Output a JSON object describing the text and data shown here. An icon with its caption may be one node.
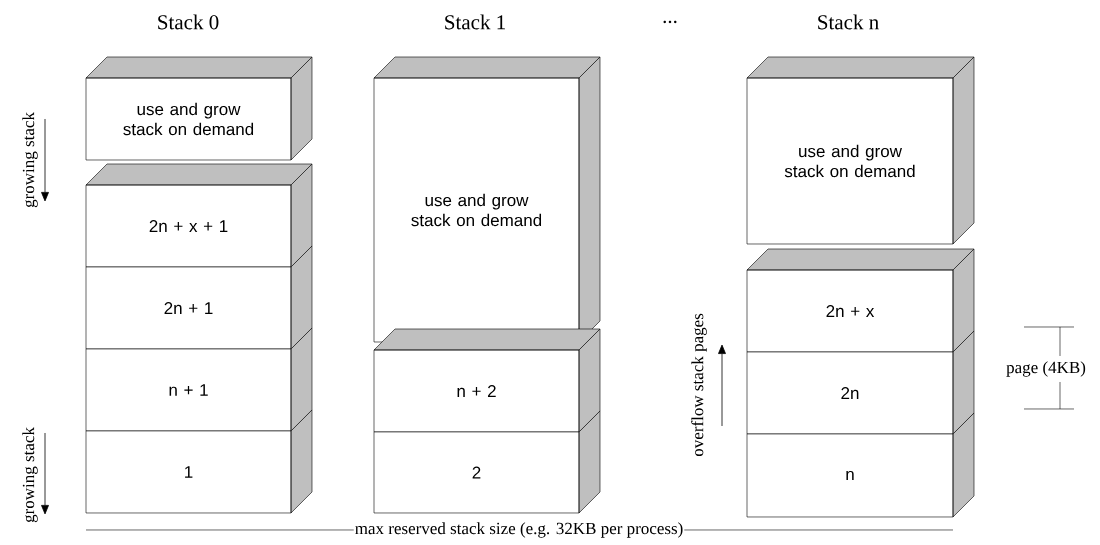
{
  "diagram": {
    "nodes": [
      {
        "text": [
          "use and grow stack on demand"
        ]
      },
      {
        "text": [
          "2n + x + 1"
        ]
      },
      {
        "text": [
          "2n + 1"
        ]
      },
      {
        "text": [
          "n + 1"
        ]
      },
      {
        "text": [
          "1"
        ]
      },
      {
        "text": [
          "use and grow stack on demand"
        ]
      },
      {
        "text": [
          "n + 2"
        ]
      },
      {
        "text": [
          "2"
        ]
      },
      {
        "text": [
          "use and grow stack on demand"
        ]
      },
      {
        "text": [
          "2n + x"
        ]
      },
      {
        "text": [
          "2n"
        ]
      },
      {
        "text": [
          "n"
        ]
      }
    ],
    "labels": [
      "Stack 0",
      "Stack 1",
      "...",
      "Stack n",
      "growing stack",
      "overflow stack pages",
      "page (4KB)",
      "growing stack",
      "max reserved stack size (e.g. 32KB per process)"
    ]
  }
}
